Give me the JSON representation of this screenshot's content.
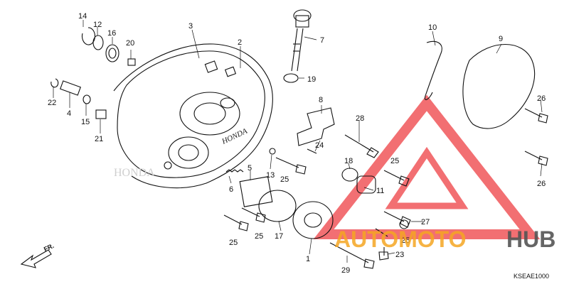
{
  "diagram": {
    "part_labels": [
      "1",
      "2",
      "3",
      "4",
      "5",
      "6",
      "7",
      "8",
      "9",
      "10",
      "11",
      "12",
      "13",
      "14",
      "15",
      "16",
      "17",
      "18",
      "19",
      "20",
      "21",
      "22",
      "23",
      "24",
      "25",
      "25",
      "25",
      "25",
      "25",
      "25",
      "26",
      "26",
      "27",
      "28",
      "29"
    ],
    "direction_label": "FR.",
    "diagram_code": "KSEAE1000",
    "brand_mark": "HONDA",
    "watermark": {
      "text_left": "AUTOMOTO",
      "text_right": "HUB",
      "color_left": "#f5a623",
      "color_right": "#555555",
      "logo_color": "#f0565a"
    }
  }
}
